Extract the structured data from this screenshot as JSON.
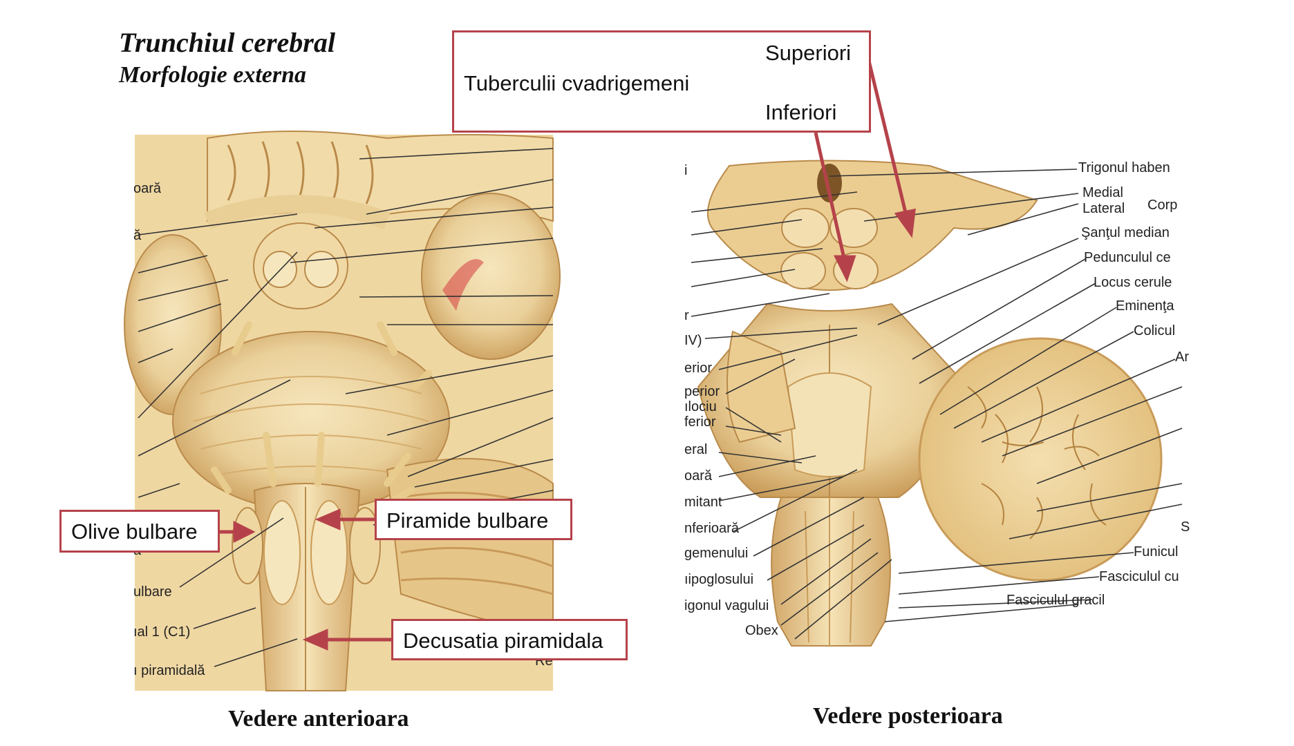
{
  "title": "Trunchiul cerebral",
  "subtitle": "Morfologie externa",
  "captions": {
    "anterior": "Vedere anterioara",
    "posterior": "Vedere posterioara"
  },
  "callouts": {
    "tuberculi": {
      "main": "Tuberculii cvadrigemeni",
      "superiori": "Superiori",
      "inferiori": "Inferiori"
    },
    "olive": "Olive bulbare",
    "piramide": "Piramide bulbare",
    "decusatia": "Decusatia piramidala"
  },
  "anterior_labels": [
    "oară",
    "ă",
    "a",
    "ulbare",
    "ıal 1 (C1)",
    "ı piramidală",
    "Re"
  ],
  "posterior_right_labels": [
    "Trigonul haben",
    "Medial",
    "Lateral",
    "Corp",
    "Şanţul median",
    "Pedunculul ce",
    "Locus cerule",
    "Eminenţa",
    "Colicul",
    "Ar",
    "S",
    "Funicul",
    "Fasciculul cu",
    "Fasciculul gracil"
  ],
  "posterior_left_labels": [
    "i",
    "r",
    "IV)",
    "erior",
    "perior",
    "ılociu",
    "ferior",
    "eral",
    "oară",
    "mitant",
    "nferioară",
    "gemenului",
    "ıipoglosului",
    "igonul vagului",
    "Obex"
  ],
  "colors": {
    "callout_border": "#b5424a",
    "arrow": "#b5424a",
    "tissue_light": "#f3dfae",
    "tissue_mid": "#e2bd7a",
    "tissue_dark": "#b98a4a"
  }
}
